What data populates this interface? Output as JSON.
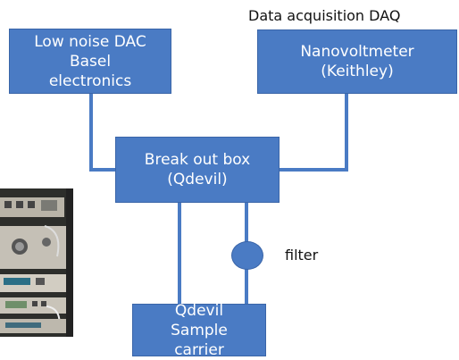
{
  "title": "Data acquisition DAQ",
  "boxes": {
    "dac": "Low noise DAC\nBasel\nelectronics",
    "nanovolt": "Nanovoltmeter\n(Keithley)",
    "breakout": "Break out box\n(Qdevil)",
    "sample": "Qdevil\nSample\ncarrier"
  },
  "filter_label": "filter",
  "colors": {
    "box_fill": "#4a7bc4",
    "box_text": "#ffffff"
  }
}
